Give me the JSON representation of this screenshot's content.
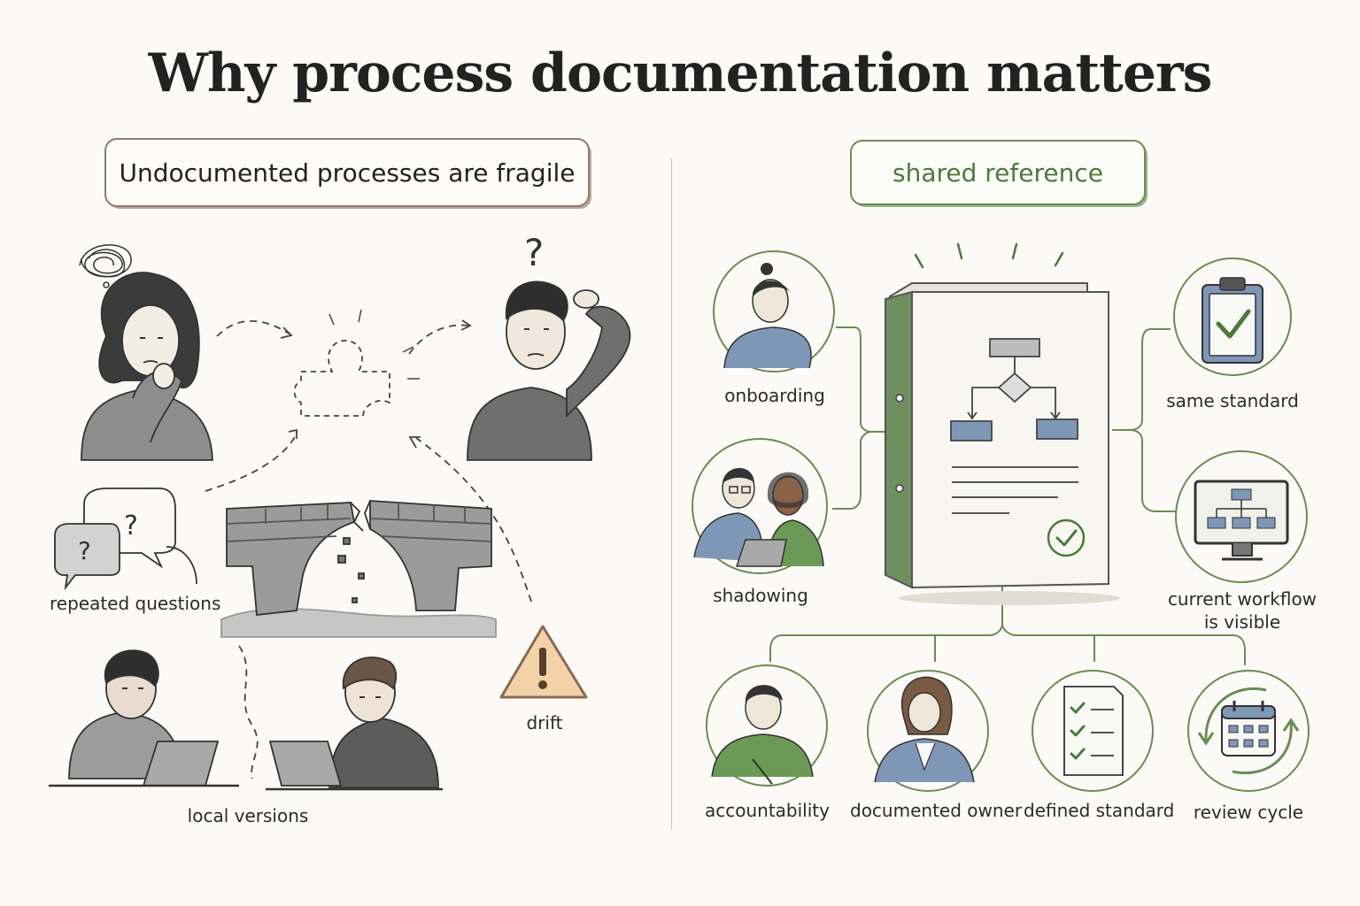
{
  "title": "Why process documentation matters",
  "left_panel": {
    "banner": "Undocumented processes are fragile",
    "labels": {
      "repeated_questions": "repeated questions",
      "local_versions": "local versions",
      "drift": "drift"
    }
  },
  "right_panel": {
    "banner": "shared reference",
    "labels": {
      "onboarding": "onboarding",
      "shadowing": "shadowing",
      "same_standard": "same standard",
      "current_workflow": "current workflow is visible",
      "accountability": "accountability",
      "documented_owner": "documented owner",
      "defined_standard": "defined standard",
      "review_cycle": "review cycle"
    }
  },
  "colors": {
    "ink": "#2b2b2b",
    "green": "#6a8c55",
    "green_dark": "#4c7a3c",
    "blue": "#7f97b6",
    "warning": "#f4d2a8",
    "warning_stroke": "#8a6a55",
    "gray": "#8a8a8a"
  },
  "icons": [
    "scribble-thought-icon",
    "question-mark-icon",
    "puzzle-piece-icon",
    "speech-bubbles-icon",
    "broken-bridge-icon",
    "warning-icon",
    "binder-icon",
    "flowchart-icon",
    "checkmark-icon",
    "clipboard-check-icon",
    "monitor-workflow-icon",
    "checklist-icon",
    "calendar-cycle-icon"
  ]
}
